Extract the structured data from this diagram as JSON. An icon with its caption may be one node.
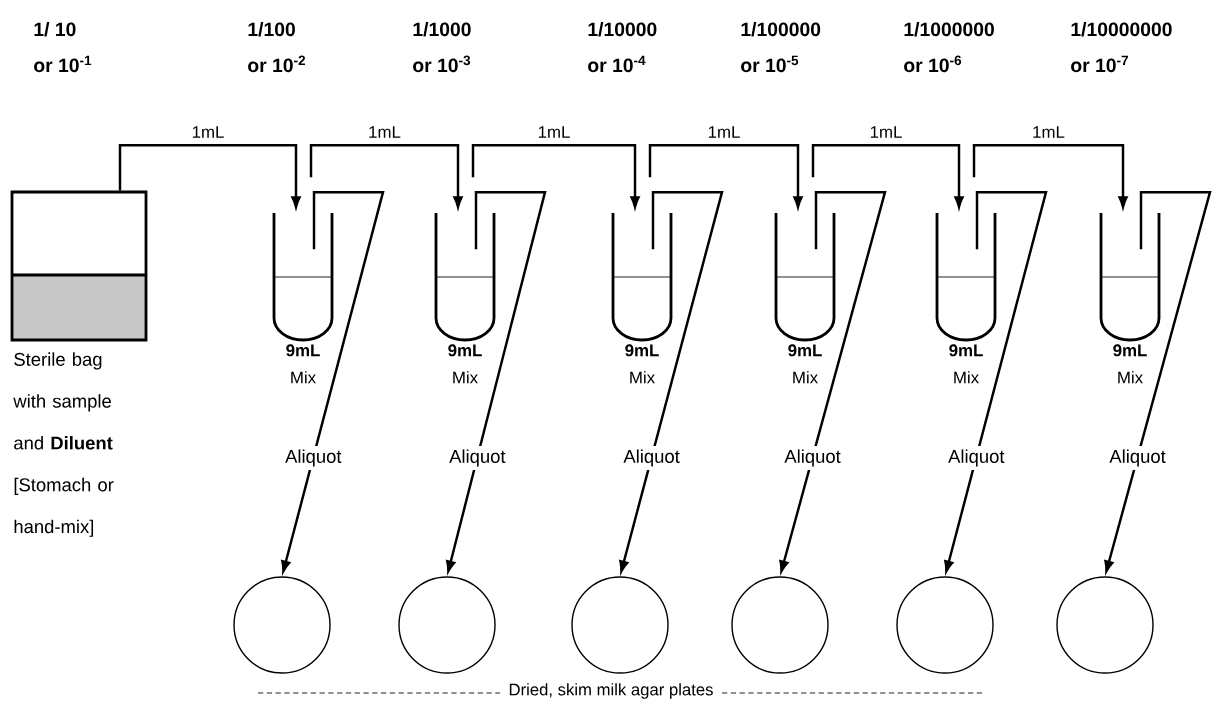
{
  "diagram": {
    "nodes": [
      {
        "text": [],
        "shape": "box",
        "beside": [
          "Sterile bag with sample and **Diluent** [Stomach or hand-mix]"
        ]
      },
      {
        "text": [],
        "shape": "tube",
        "beside": [
          "**9mL** Mix"
        ]
      },
      {
        "text": [],
        "shape": "tube",
        "beside": [
          "**9mL** Mix"
        ]
      },
      {
        "text": [],
        "shape": "tube",
        "beside": [
          "**9mL** Mix"
        ]
      },
      {
        "text": [],
        "shape": "tube",
        "beside": [
          "**9mL** Mix"
        ]
      },
      {
        "text": [],
        "shape": "tube",
        "beside": [
          "**9mL** Mix"
        ]
      },
      {
        "text": [],
        "shape": "tube",
        "beside": [
          "**9mL** Mix"
        ]
      },
      {
        "text": [],
        "shape": "circle"
      },
      {
        "text": [],
        "shape": "circle"
      },
      {
        "text": [],
        "shape": "circle"
      },
      {
        "text": [],
        "shape": "circle"
      },
      {
        "text": [],
        "shape": "circle"
      },
      {
        "text": [],
        "shape": "circle"
      }
    ],
    "edges": [
      {
        "from": 0,
        "to": 1,
        "arrow": "to",
        "label": "1mL"
      },
      {
        "from": 1,
        "to": 2,
        "arrow": "to",
        "label": "1mL"
      },
      {
        "from": 2,
        "to": 3,
        "arrow": "to",
        "label": "1mL"
      },
      {
        "from": 3,
        "to": 4,
        "arrow": "to",
        "label": "1mL"
      },
      {
        "from": 4,
        "to": 5,
        "arrow": "to",
        "label": "1mL"
      },
      {
        "from": 5,
        "to": 6,
        "arrow": "to",
        "label": "1mL"
      },
      {
        "from": 1,
        "to": 7,
        "arrow": "to",
        "label": "Aliquot"
      },
      {
        "from": 2,
        "to": 8,
        "arrow": "to",
        "label": "Aliquot"
      },
      {
        "from": 3,
        "to": 9,
        "arrow": "to",
        "label": "Aliquot"
      },
      {
        "from": 4,
        "to": 10,
        "arrow": "to",
        "label": "Aliquot"
      },
      {
        "from": 5,
        "to": 11,
        "arrow": "to",
        "label": "Aliquot"
      },
      {
        "from": 6,
        "to": 12,
        "arrow": "to",
        "label": "Aliquot"
      }
    ],
    "labels": [
      "1/ 10",
      "1/100",
      "1/1000",
      "1/10000",
      "1/100000",
      "1/1000000",
      "1/10000000",
      "or 10$^{-1}$",
      "or 10$^{-2}$",
      "or 10$^{-3}$",
      "or 10$^{-4}$",
      "or 10$^{-5}$",
      "or 10$^{-6}$",
      "or 10$^{-7}$",
      "Dried, skim milk agar plates"
    ]
  }
}
